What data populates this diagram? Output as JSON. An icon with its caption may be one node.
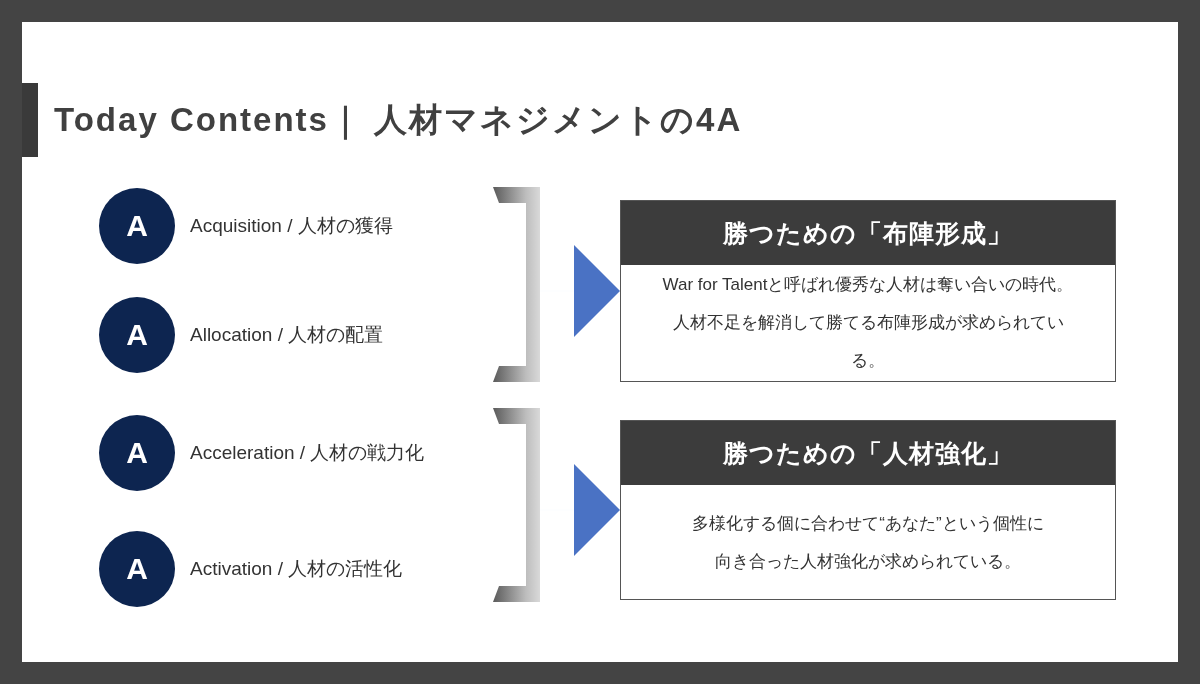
{
  "diagram": {
    "title": "Today Contents｜ 人材マネジメントの4A",
    "nodes": [
      {
        "text": [
          "A"
        ],
        "beside": [
          "Acquisition / 人材の獲得"
        ]
      },
      {
        "text": [
          "A"
        ],
        "beside": [
          "Allocation / 人材の配置"
        ]
      },
      {
        "text": [
          "A"
        ],
        "beside": [
          "Acceleration / 人材の戦力化"
        ]
      },
      {
        "text": [
          "A"
        ],
        "beside": [
          "Activation / 人材の活性化"
        ]
      },
      {
        "text": [],
        "shape": "bracket"
      },
      {
        "text": [
          "勝つための「布陣形成」",
          "War for Talentと呼ばれ優秀な人材は奪い合いの時代。人材不足を解消して勝てる布陣形成が求められている。"
        ]
      },
      {
        "text": [],
        "shape": "bracket"
      },
      {
        "text": [
          "勝つための「人材強化」",
          "多様化する個に合わせて“あなた”という個性に向き合った人材強化が求められている。"
        ]
      }
    ],
    "edges": [
      {
        "from": 4,
        "to": 5,
        "arrow": "to"
      },
      {
        "from": 6,
        "to": 7,
        "arrow": "to"
      }
    ]
  }
}
